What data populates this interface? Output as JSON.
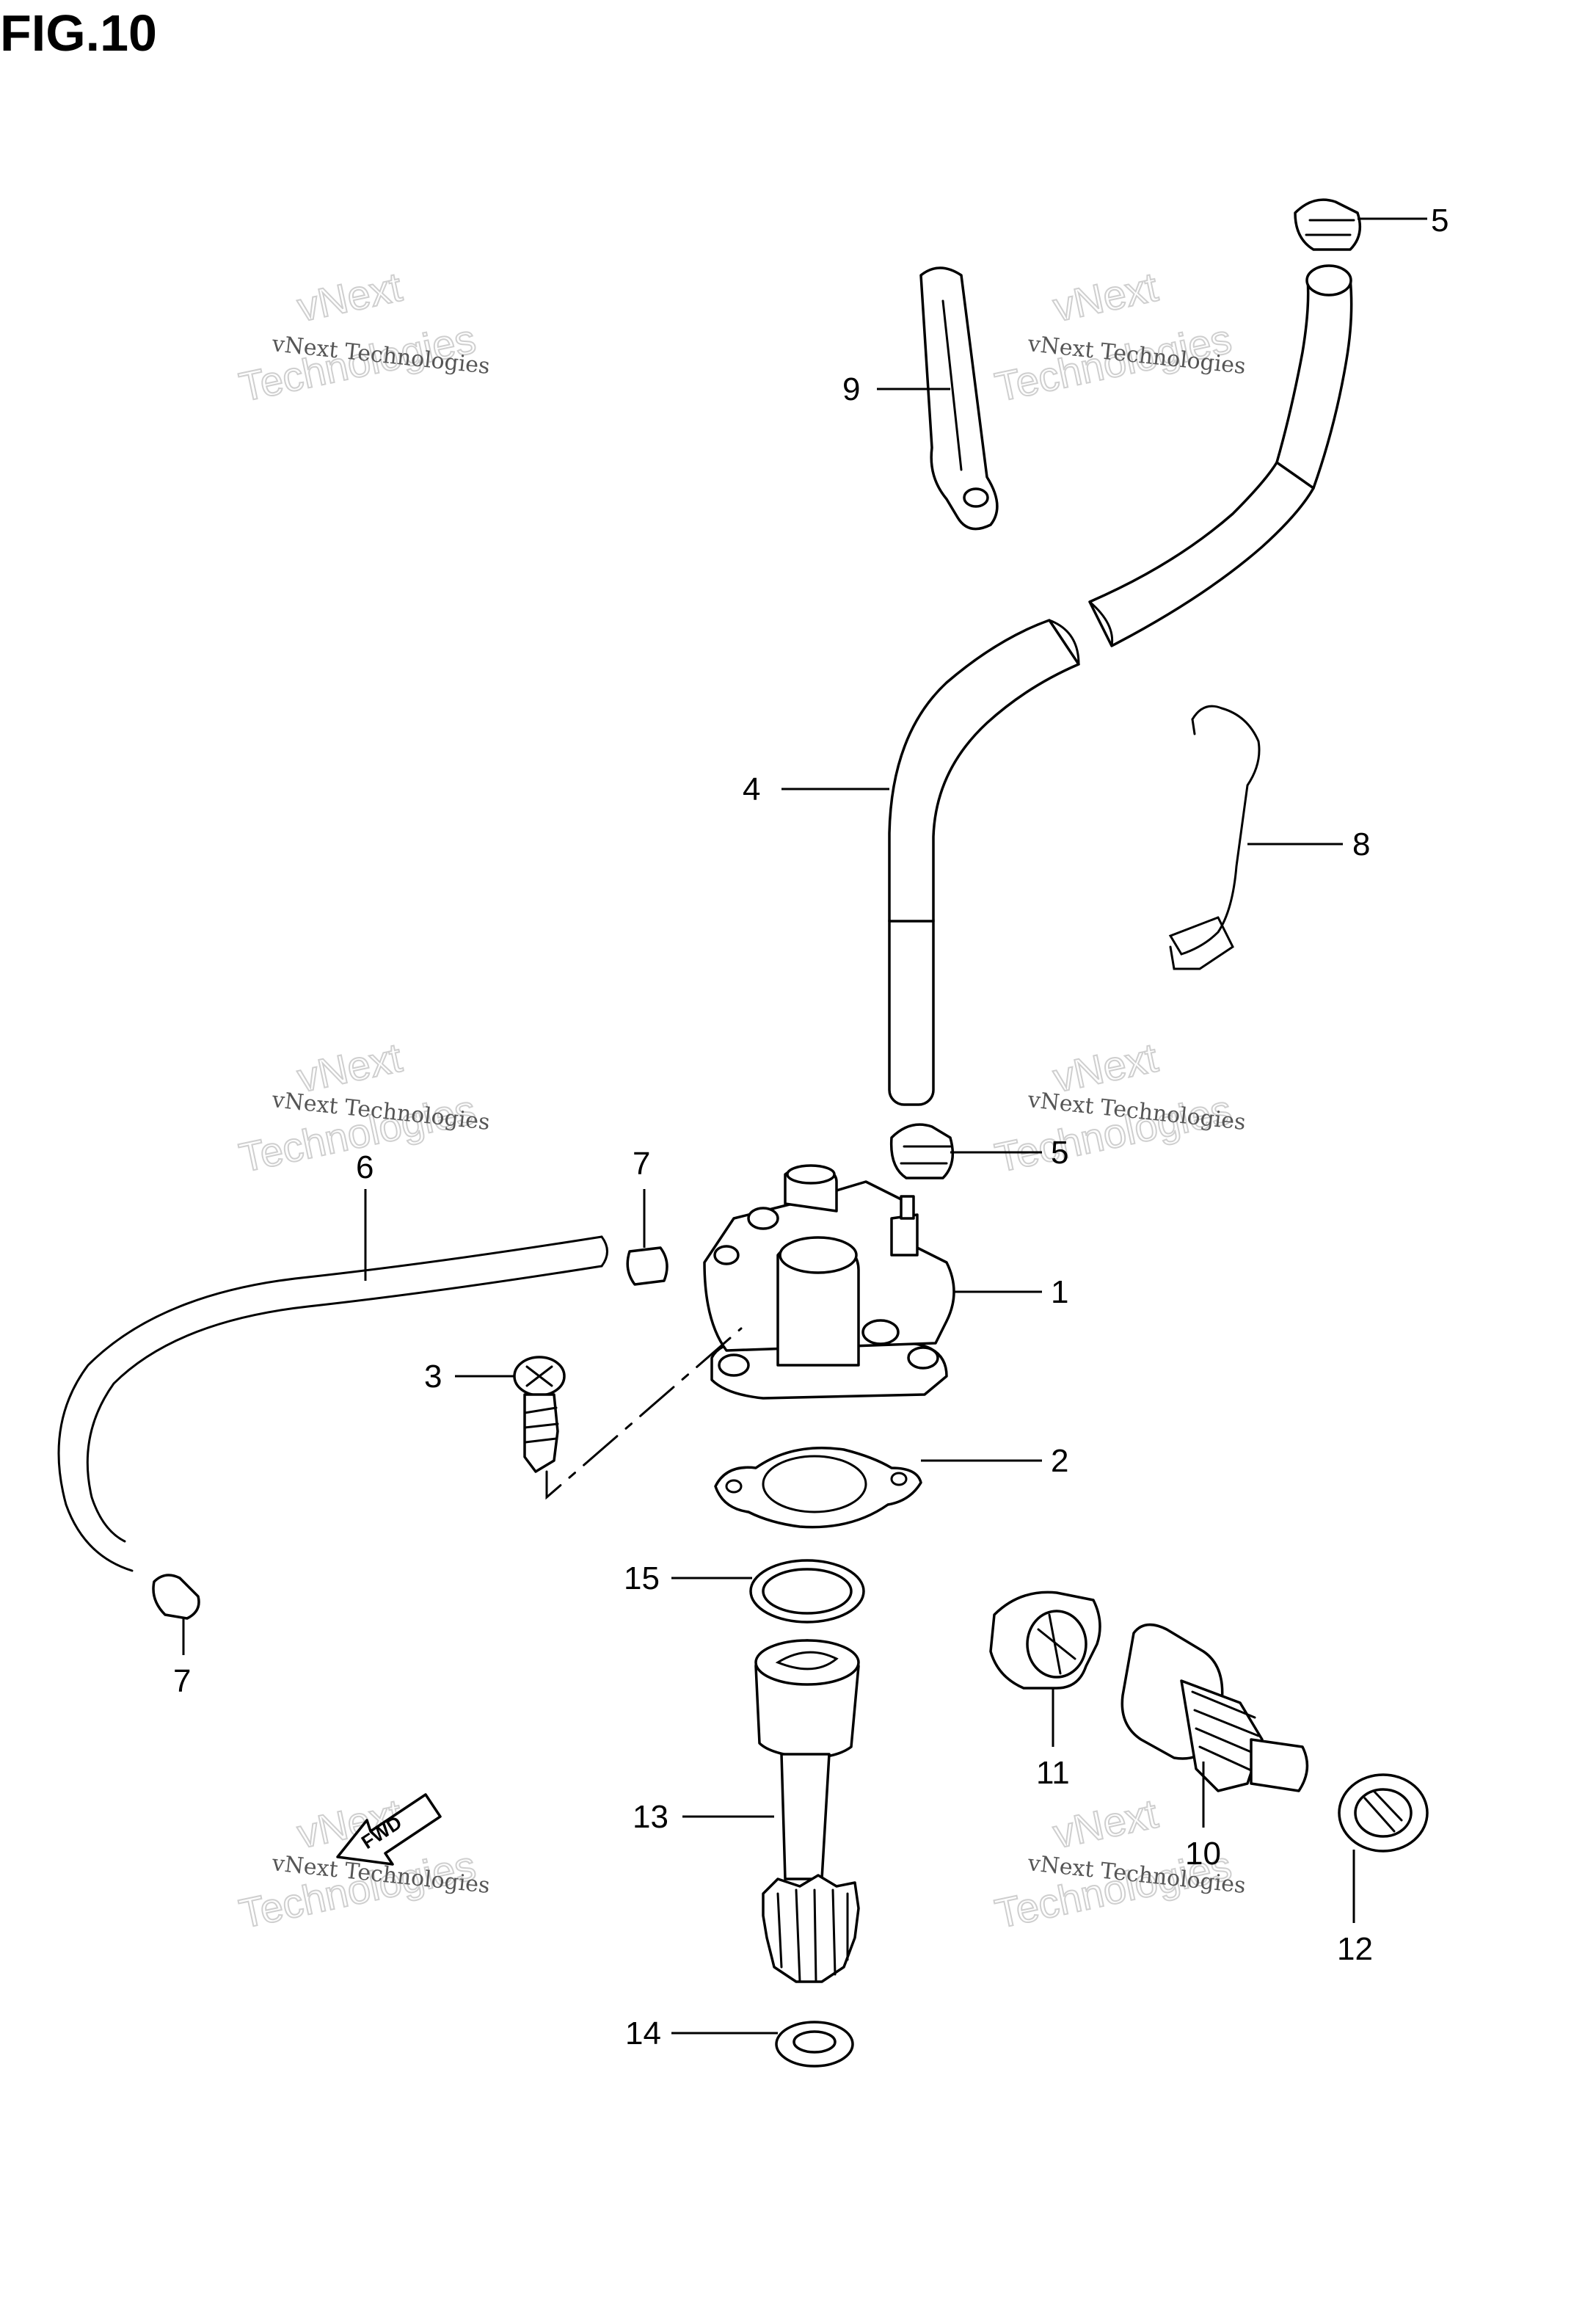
{
  "title": "FIG.10",
  "watermark": {
    "line1": "vNext Technologies",
    "line2": "vNext",
    "line3": "Technologies"
  },
  "callouts": {
    "c1": "1",
    "c2": "2",
    "c3": "3",
    "c4": "4",
    "c5a": "5",
    "c5b": "5",
    "c6": "6",
    "c7a": "7",
    "c7b": "7",
    "c8": "8",
    "c9": "9",
    "c10": "10",
    "c11": "11",
    "c12": "12",
    "c13": "13",
    "c14": "14",
    "c15": "15"
  },
  "fwd_label": "FWD"
}
